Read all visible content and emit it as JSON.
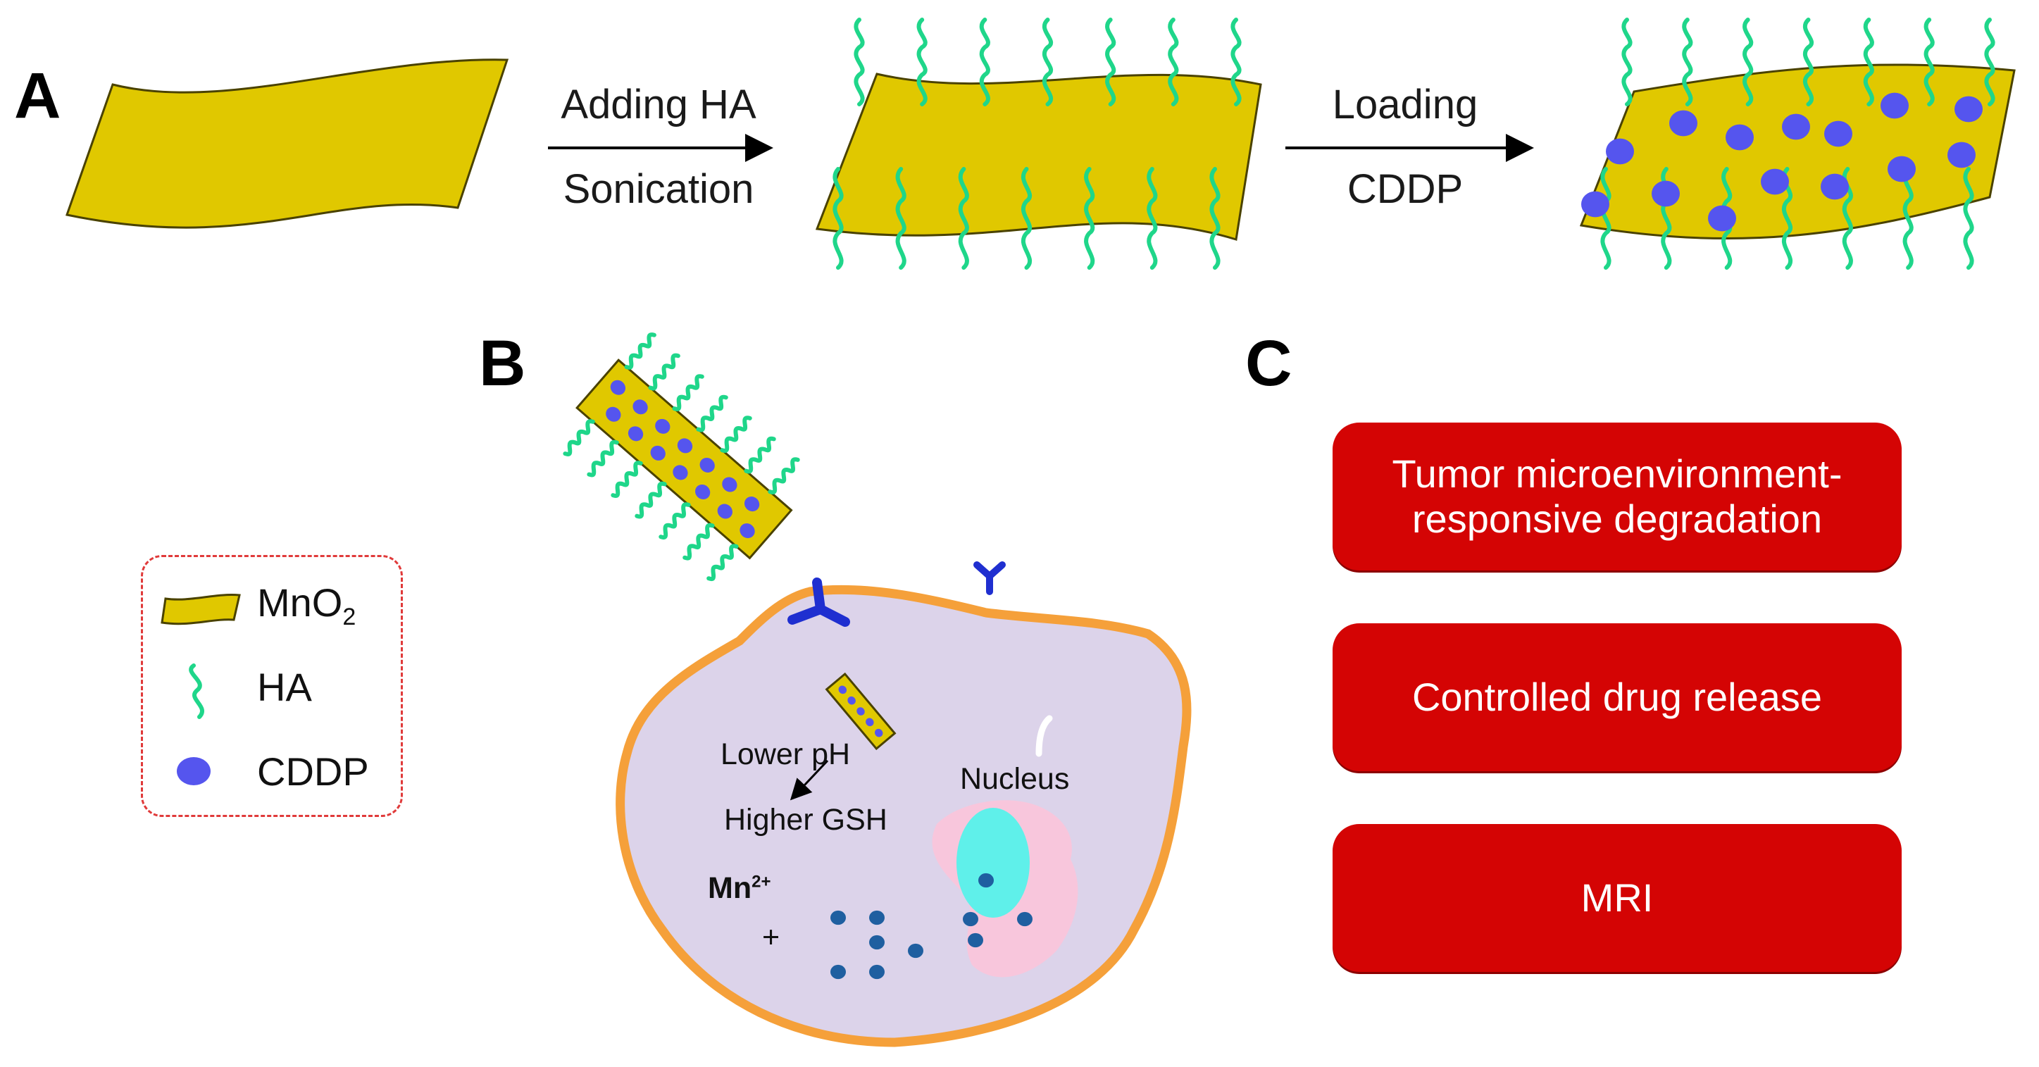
{
  "panels": {
    "a": "A",
    "b": "B",
    "c": "C"
  },
  "steps": {
    "step1_top": "Adding HA",
    "step1_bottom": "Sonication",
    "step2_top": "Loading",
    "step2_bottom": "CDDP"
  },
  "cell": {
    "lower_ph": "Lower pH",
    "higher_gsh": "Higher GSH",
    "nucleus": "Nucleus",
    "mn_ion": "Mn",
    "mn_charge": "2+",
    "plus": "+"
  },
  "legend": {
    "items": [
      {
        "label": "MnO",
        "sub": "2",
        "icon": "mno2-sheet-icon"
      },
      {
        "label": "HA",
        "sub": "",
        "icon": "ha-strand-icon"
      },
      {
        "label": "CDDP",
        "sub": "",
        "icon": "cddp-dot-icon"
      }
    ]
  },
  "features": [
    {
      "label": "Tumor microenvironment-\nresponsive degradation"
    },
    {
      "label": "Controlled drug release"
    },
    {
      "label": "MRI"
    }
  ],
  "colors": {
    "mno2": "#e0c800",
    "mno2_stroke": "#4a4200",
    "ha": "#1fd68a",
    "cddp": "#5555ee",
    "cell_fill": "#dcd3ea",
    "cell_membrane": "#f5a03a",
    "receptor": "#1f2fd0",
    "nucleus": "#5ff0ea",
    "er": "#f8c6dc",
    "released_drug": "#1f5fa0",
    "feature_box": "#d40404",
    "legend_border": "#e03a3a"
  }
}
